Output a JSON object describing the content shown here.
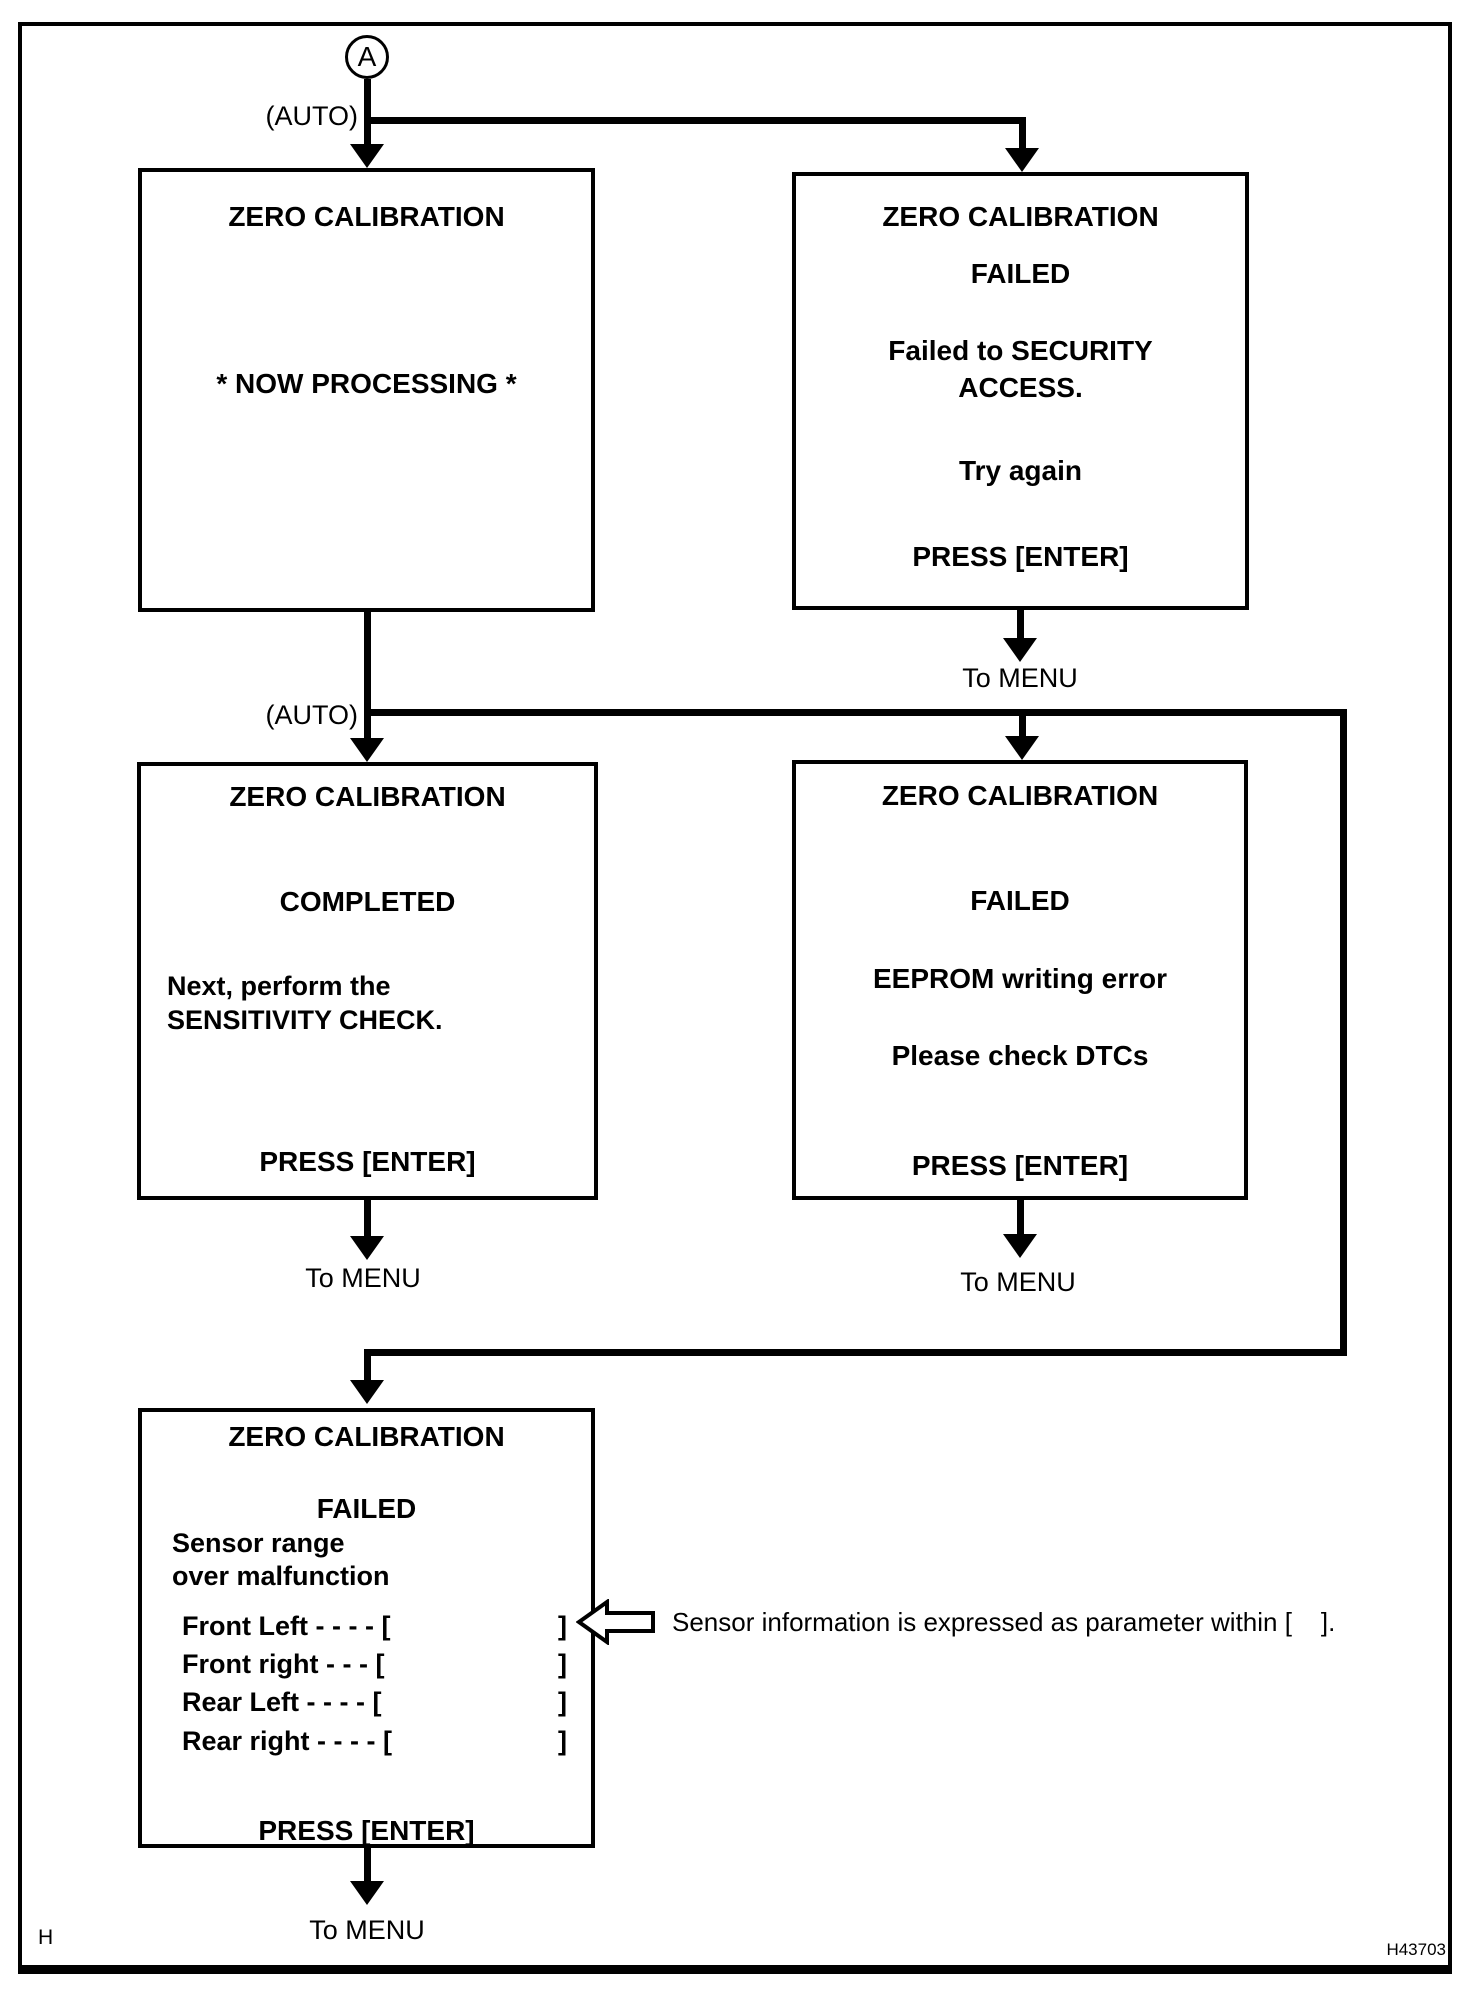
{
  "page": {
    "corner_mark": "H",
    "figure_id": "H43703"
  },
  "connectors": {
    "entry_label": "A",
    "auto_label_1": "(AUTO)",
    "auto_label_2": "(AUTO)",
    "to_menu": "To MENU"
  },
  "boxes": {
    "processing": {
      "title": "ZERO CALIBRATION",
      "body": "* NOW PROCESSING *"
    },
    "failed_security": {
      "title": "ZERO CALIBRATION",
      "status": "FAILED",
      "line1": "Failed to SECURITY",
      "line2": "ACCESS.",
      "line3": "Try again",
      "action": "PRESS [ENTER]"
    },
    "completed": {
      "title": "ZERO CALIBRATION",
      "status": "COMPLETED",
      "line1": "Next, perform the",
      "line2": "SENSITIVITY CHECK.",
      "action": "PRESS [ENTER]"
    },
    "failed_eeprom": {
      "title": "ZERO CALIBRATION",
      "status": "FAILED",
      "line1": "EEPROM writing error",
      "line2": "Please check DTCs",
      "action": "PRESS [ENTER]"
    },
    "failed_sensor": {
      "title": "ZERO CALIBRATION",
      "status": "FAILED",
      "line1": "Sensor range",
      "line2": "over malfunction",
      "rows": [
        {
          "label": "Front Left - - - - [",
          "close": "]"
        },
        {
          "label": "Front right - - - [",
          "close": "]"
        },
        {
          "label": "Rear Left - - - - [",
          "close": "]"
        },
        {
          "label": "Rear right - - - - [",
          "close": "]"
        }
      ],
      "action": "PRESS [ENTER]"
    }
  },
  "annotation": {
    "text": "Sensor information is expressed as parameter within [    ]."
  }
}
